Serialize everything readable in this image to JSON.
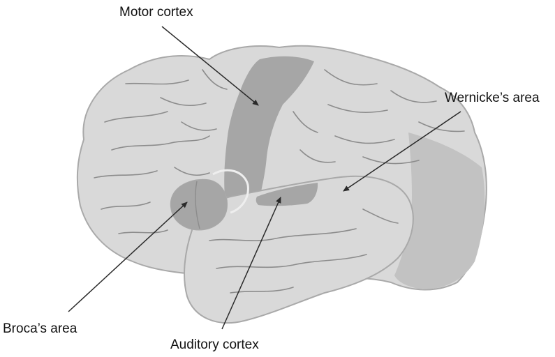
{
  "labels": {
    "motor_cortex": "Motor cortex",
    "wernickes_area": "Wernicke’s area",
    "brocas_area": "Broca’s area",
    "auditory_cortex": "Auditory cortex"
  },
  "colors": {
    "brain_base": "#d9d9d9",
    "brain_outline": "#a9a9a9",
    "highlight_region": "#a6a6a6",
    "occipital_shade": "#c2c2c2",
    "sulcus_line": "#8c8c8c",
    "arrow": "#2a2a2a",
    "label_text": "#111111"
  }
}
